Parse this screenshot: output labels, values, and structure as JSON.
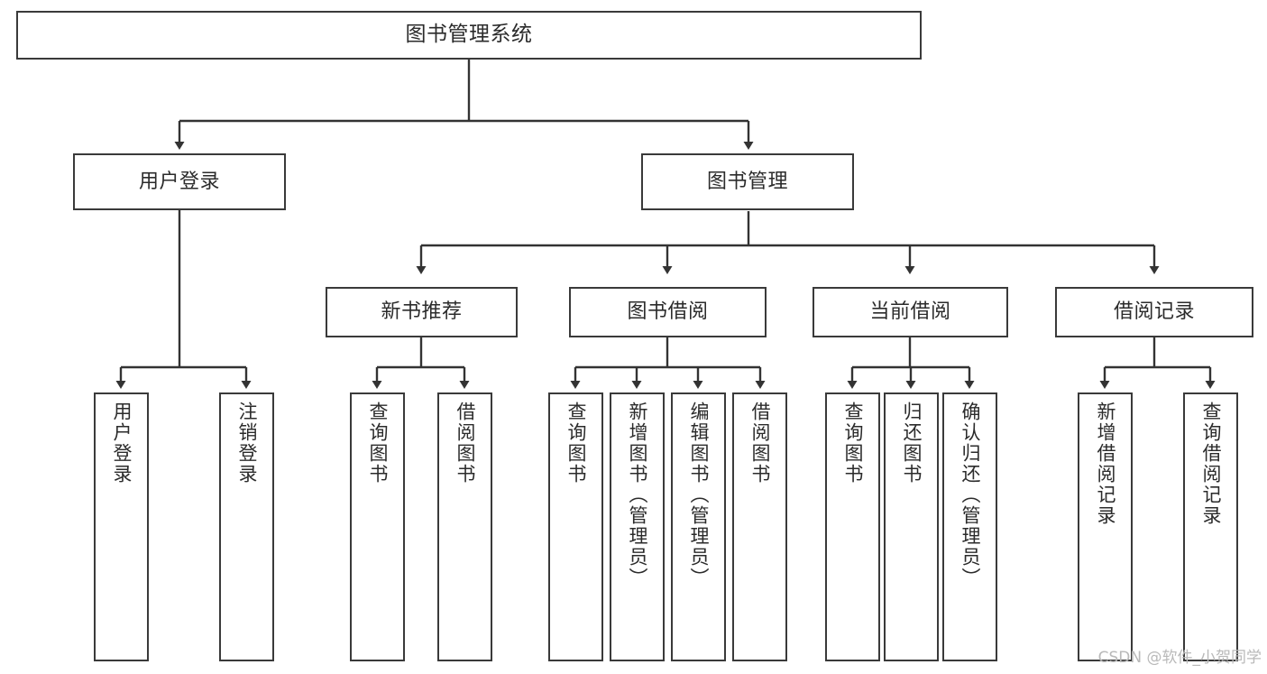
{
  "diagram": {
    "type": "tree",
    "title": "图书管理系统",
    "watermark": "CSDN @软件_小贺同学",
    "colors": {
      "box_border": "#3a3a3a",
      "box_fill": "#ffffff",
      "connector": "#333333",
      "text": "#2b2b2b",
      "watermark": "#b9b9b9",
      "background": "#ffffff"
    },
    "nodes": {
      "root": {
        "label": "图书管理系统"
      },
      "level2": [
        {
          "label": "用户登录"
        },
        {
          "label": "图书管理"
        }
      ],
      "level3": [
        {
          "label": "新书推荐"
        },
        {
          "label": "图书借阅"
        },
        {
          "label": "当前借阅"
        },
        {
          "label": "借阅记录"
        }
      ],
      "leaves_user_login": [
        {
          "label": "用户登录"
        },
        {
          "label": "注销登录"
        }
      ],
      "leaves_new_book": [
        {
          "label": "查询图书"
        },
        {
          "label": "借阅图书"
        }
      ],
      "leaves_borrow": [
        {
          "label": "查询图书"
        },
        {
          "label": "新增图书（管理员）"
        },
        {
          "label": "编辑图书（管理员）"
        },
        {
          "label": "借阅图书"
        }
      ],
      "leaves_current": [
        {
          "label": "查询图书"
        },
        {
          "label": "归还图书"
        },
        {
          "label": "确认归还（管理员）"
        }
      ],
      "leaves_record": [
        {
          "label": "新增借阅记录"
        },
        {
          "label": "查询借阅记录"
        }
      ]
    }
  }
}
